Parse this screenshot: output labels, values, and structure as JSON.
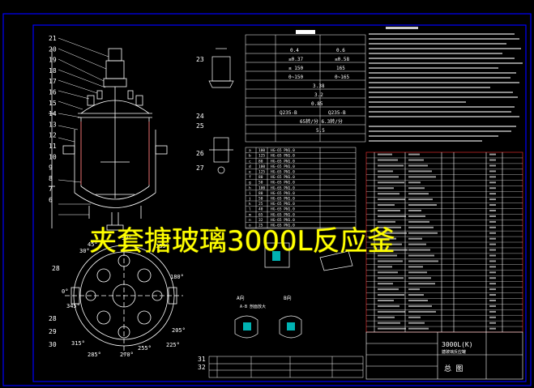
{
  "overlay_title": "夹套搪玻璃3000L反应釜",
  "colors": {
    "background": "#000000",
    "frame": "#0000ff",
    "lines": "#ffffff",
    "hatch": "#ff3333",
    "cyan": "#00ffff",
    "title": "#ffff00"
  },
  "balloons": {
    "left": [
      "21",
      "20",
      "19",
      "18",
      "17",
      "16",
      "15",
      "14",
      "13",
      "12",
      "11",
      "10",
      "9",
      "8",
      "7",
      "6"
    ],
    "right": [
      "23",
      "24",
      "25",
      "26",
      "27"
    ],
    "bottom_left": [
      "28",
      "29",
      "30"
    ],
    "lower_right": [
      "31",
      "32"
    ]
  },
  "plan_view": {
    "angles": [
      "0°",
      "30°",
      "45°",
      "90°",
      "135°",
      "180°",
      "205°",
      "225°",
      "255°",
      "270°",
      "285°",
      "315°",
      "345°"
    ],
    "label": "28"
  },
  "design_table": {
    "rows": [
      [
        "0.4",
        "0.6"
      ],
      [
        "≤0.37",
        "≤0.58"
      ],
      [
        "≤ 150",
        "165"
      ],
      [
        "0~150",
        "0~165"
      ],
      [
        "3.38",
        ""
      ],
      [
        "3.2",
        ""
      ],
      [
        "0.85",
        ""
      ],
      [
        "Q235-B",
        "Q235-B"
      ],
      [
        "65转/分  6.3转/分",
        ""
      ],
      [
        "5.5",
        ""
      ],
      [
        "",
        ""
      ]
    ]
  },
  "nozzle_table": {
    "rows": [
      [
        "a",
        "100",
        "HG-65 PN1.0"
      ],
      [
        "b",
        "125",
        "HG-65 PN1.0"
      ],
      [
        "c",
        "80",
        "HG-65 PN1.0"
      ],
      [
        "d",
        "100",
        "HG-65 PN1.0"
      ],
      [
        "e",
        "125",
        "HG-65 PN1.0"
      ],
      [
        "f",
        "80",
        "HG-65 PN1.0"
      ],
      [
        "g",
        "50",
        "HG-65 PN1.0"
      ],
      [
        "h",
        "100",
        "HG-65 PN1.0"
      ],
      [
        "i",
        "80",
        "HG-65 PN1.0"
      ],
      [
        "j",
        "50",
        "HG-65 PN1.0"
      ],
      [
        "k",
        "25",
        "HG-65 PN1.0"
      ],
      [
        "l",
        "40",
        "HG-65 PN1.0"
      ],
      [
        "m",
        "65",
        "HG-65 PN1.0"
      ],
      [
        "n",
        "32",
        "HG-65 PN1.0"
      ],
      [
        "o",
        "25",
        "HG-65 PN1.0"
      ]
    ]
  },
  "section_labels": {
    "a": "A向",
    "b": "B向",
    "c": "A-B 剖面放大"
  },
  "title_block": {
    "name": "3000L(K)",
    "subtitle": "搪玻璃反应罐",
    "drawing": "总 图"
  },
  "bom_rows": 32
}
